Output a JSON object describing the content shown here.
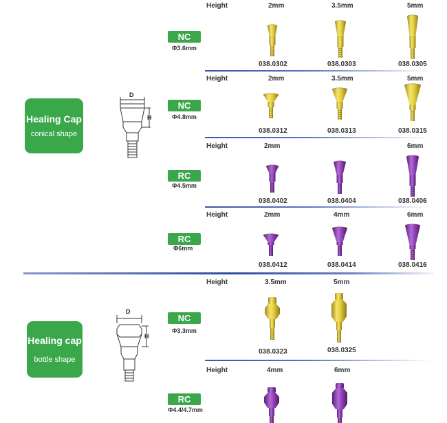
{
  "groups": [
    {
      "title": "Healing Cap",
      "subtitle": "conical shape",
      "diagram": {
        "d_label": "D",
        "h_label": "H"
      }
    },
    {
      "title": "Healing cap",
      "subtitle": "bottle shape",
      "diagram": {
        "d_label": "D",
        "h_label": "H"
      }
    }
  ],
  "rows": [
    {
      "type": "NC",
      "diameter": "Φ3.6mm",
      "height_label": "Height",
      "heights": [
        "2mm",
        "3.5mm",
        "5mm"
      ],
      "codes": [
        "038.0302",
        "038.0303",
        "038.0305"
      ]
    },
    {
      "type": "NC",
      "diameter": "Φ4.8mm",
      "height_label": "Height",
      "heights": [
        "2mm",
        "3.5mm",
        "5mm"
      ],
      "codes": [
        "038.0312",
        "038.0313",
        "038.0315"
      ]
    },
    {
      "type": "RC",
      "diameter": "Φ4.5mm",
      "height_label": "Height",
      "heights": [
        "2mm",
        "6mm"
      ],
      "codes": [
        "038.0402",
        "038.0404",
        "038.0406"
      ]
    },
    {
      "type": "RC",
      "diameter": "Φ6mm",
      "height_label": "Height",
      "heights": [
        "2mm",
        "4mm",
        "6mm"
      ],
      "codes": [
        "038.0412",
        "038.0414",
        "038.0416"
      ]
    },
    {
      "type": "NC",
      "diameter": "Φ3.3mm",
      "height_label": "Height",
      "heights": [
        "3.5mm",
        "5mm"
      ],
      "codes": [
        "038.0323",
        "038.0325"
      ]
    },
    {
      "type": "RC",
      "diameter": "Φ4.4/4.7mm",
      "height_label": "Height",
      "heights": [
        "4mm",
        "6mm"
      ],
      "codes": []
    }
  ],
  "colors": {
    "green": "#3aa84a",
    "gold": "#d9c23a",
    "purple": "#8a3fb0",
    "line_blue": "#3a55a8"
  }
}
